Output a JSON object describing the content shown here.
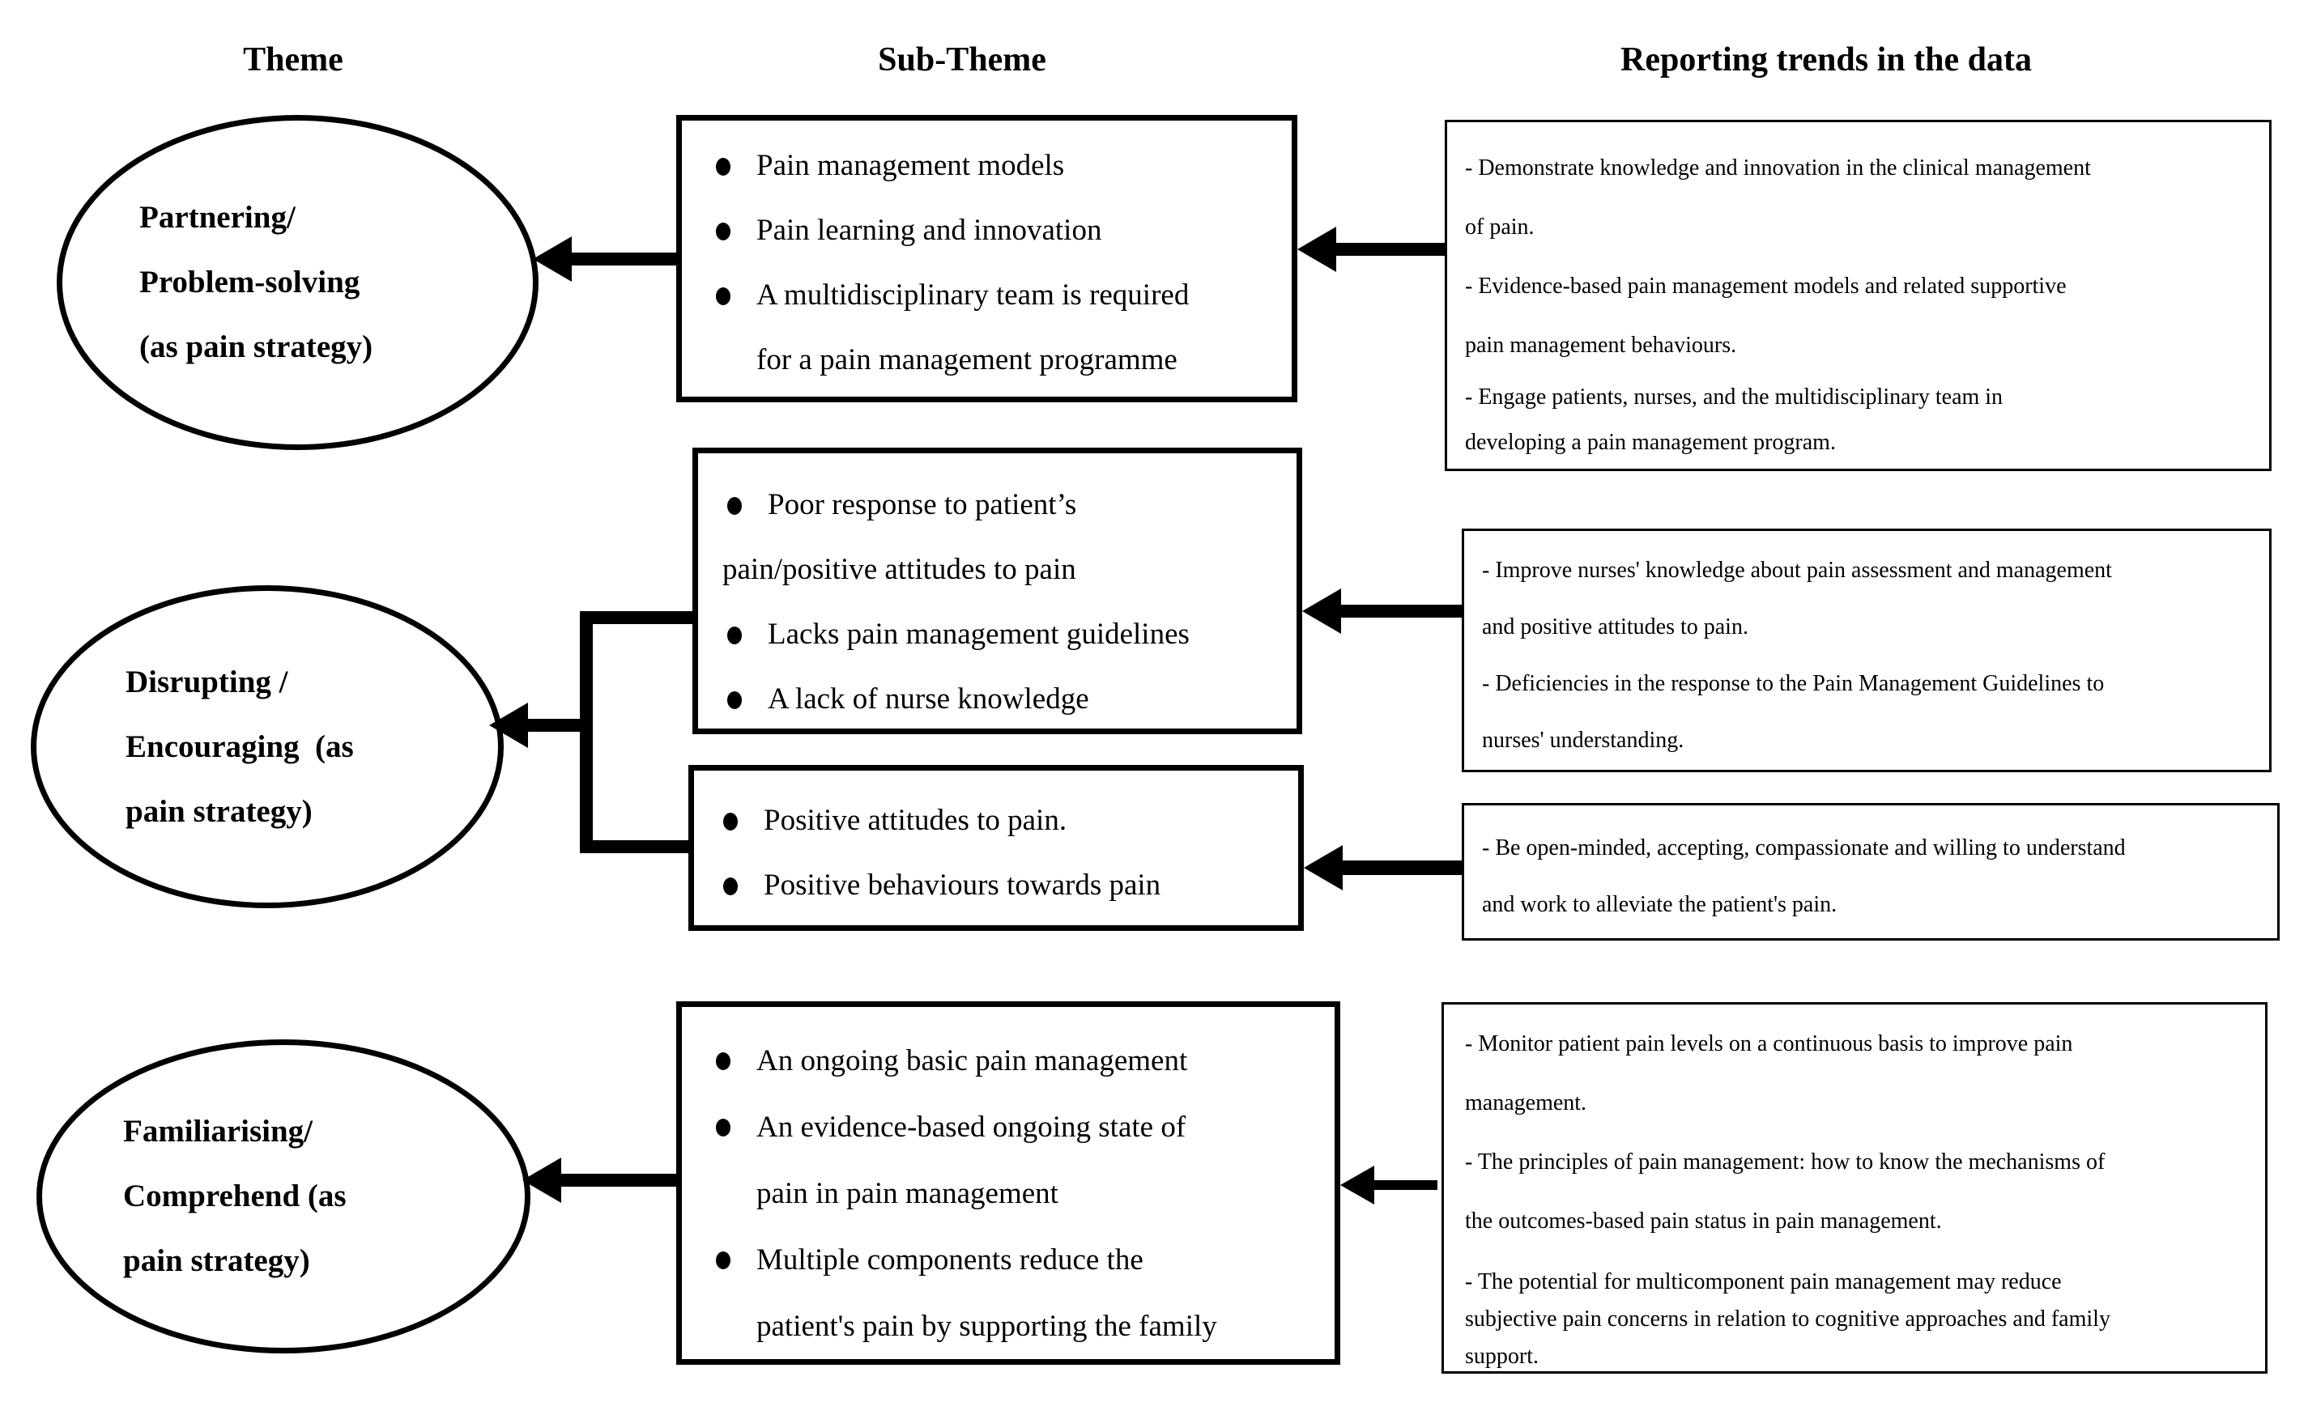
{
  "headers": {
    "theme": "Theme",
    "sub_theme": "Sub-Theme",
    "reporting": "Reporting trends in the data"
  },
  "themes": [
    {
      "lines": [
        "Partnering/",
        "Problem-solving",
        "(as pain strategy)"
      ]
    },
    {
      "lines": [
        "Disrupting /",
        "Encouraging  (as",
        "pain strategy)"
      ]
    },
    {
      "lines": [
        "Familiarising/",
        "Comprehend (as",
        "pain strategy)"
      ]
    }
  ],
  "sub_themes": [
    {
      "items": [
        {
          "lines": [
            "Pain management models"
          ]
        },
        {
          "lines": [
            "Pain learning and innovation"
          ]
        },
        {
          "lines": [
            "A multidisciplinary team is required",
            "for a pain management programme"
          ]
        }
      ]
    },
    {
      "items": [
        {
          "lines": [
            "Poor response to patient’s",
            "pain/positive attitudes to pain"
          ]
        },
        {
          "lines": [
            "Lacks pain management guidelines"
          ]
        },
        {
          "lines": [
            "A lack of nurse knowledge"
          ]
        }
      ]
    },
    {
      "items": [
        {
          "lines": [
            "Positive attitudes to pain."
          ]
        },
        {
          "lines": [
            "Positive behaviours towards pain"
          ]
        }
      ]
    },
    {
      "items": [
        {
          "lines": [
            "An ongoing basic pain management"
          ]
        },
        {
          "lines": [
            "An evidence-based ongoing state of",
            "pain in pain management"
          ]
        },
        {
          "lines": [
            "Multiple components reduce the",
            "patient's pain by supporting the family"
          ]
        }
      ]
    }
  ],
  "reporting": [
    {
      "items": [
        {
          "lines": [
            "- Demonstrate knowledge and innovation in the clinical management",
            "of pain."
          ]
        },
        {
          "lines": [
            "- Evidence-based pain management models and related supportive",
            "pain management behaviours."
          ]
        },
        {
          "lines": [
            "- Engage patients, nurses, and the multidisciplinary team in",
            "developing a pain management program."
          ]
        }
      ]
    },
    {
      "items": [
        {
          "lines": [
            "- Improve nurses' knowledge about pain assessment and management",
            "and positive attitudes to pain."
          ]
        },
        {
          "lines": [
            "- Deficiencies in the response to the Pain Management Guidelines to",
            "nurses' understanding."
          ]
        }
      ]
    },
    {
      "items": [
        {
          "lines": [
            "- Be open-minded, accepting, compassionate and willing to understand",
            "and work to alleviate the patient's pain."
          ]
        }
      ]
    },
    {
      "items": [
        {
          "lines": [
            "- Monitor patient pain levels on a continuous basis to improve pain",
            "management."
          ]
        },
        {
          "lines": [
            "- The principles of pain management: how to know the mechanisms of",
            "the outcomes-based pain status in pain management."
          ]
        },
        {
          "lines": [
            "- The potential for multicomponent pain management may reduce",
            "subjective pain concerns in relation to cognitive approaches and family",
            "support."
          ]
        }
      ]
    }
  ],
  "colors": {
    "ink": "#000000",
    "background": "#ffffff"
  }
}
